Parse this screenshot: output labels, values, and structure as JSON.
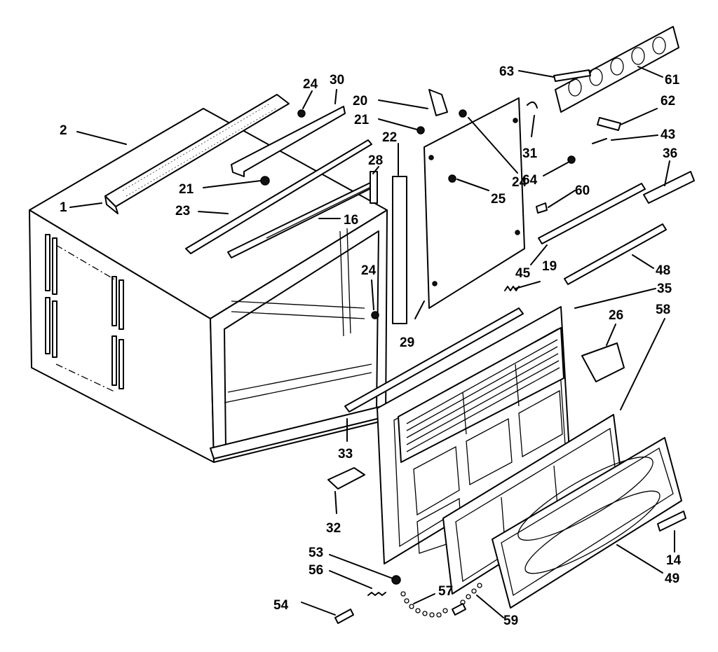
{
  "labels": [
    {
      "id": "l-2",
      "text": "2"
    },
    {
      "id": "l-1",
      "text": "1"
    },
    {
      "id": "l-24a",
      "text": "24"
    },
    {
      "id": "l-30",
      "text": "30"
    },
    {
      "id": "l-20",
      "text": "20"
    },
    {
      "id": "l-21a",
      "text": "21"
    },
    {
      "id": "l-22",
      "text": "22"
    },
    {
      "id": "l-28",
      "text": "28"
    },
    {
      "id": "l-21b",
      "text": "21"
    },
    {
      "id": "l-23",
      "text": "23"
    },
    {
      "id": "l-16",
      "text": "16"
    },
    {
      "id": "l-24b",
      "text": "24"
    },
    {
      "id": "l-31",
      "text": "31"
    },
    {
      "id": "l-24c",
      "text": "24"
    },
    {
      "id": "l-25",
      "text": "25"
    },
    {
      "id": "l-29",
      "text": "29"
    },
    {
      "id": "l-63",
      "text": "63"
    },
    {
      "id": "l-61",
      "text": "61"
    },
    {
      "id": "l-62",
      "text": "62"
    },
    {
      "id": "l-43",
      "text": "43"
    },
    {
      "id": "l-36",
      "text": "36"
    },
    {
      "id": "l-64",
      "text": "64"
    },
    {
      "id": "l-60",
      "text": "60"
    },
    {
      "id": "l-45",
      "text": "45"
    },
    {
      "id": "l-19",
      "text": "19"
    },
    {
      "id": "l-48",
      "text": "48"
    },
    {
      "id": "l-35",
      "text": "35"
    },
    {
      "id": "l-58",
      "text": "58"
    },
    {
      "id": "l-26",
      "text": "26"
    },
    {
      "id": "l-33",
      "text": "33"
    },
    {
      "id": "l-32",
      "text": "32"
    },
    {
      "id": "l-53",
      "text": "53"
    },
    {
      "id": "l-56",
      "text": "56"
    },
    {
      "id": "l-57",
      "text": "57"
    },
    {
      "id": "l-54",
      "text": "54"
    },
    {
      "id": "l-59",
      "text": "59"
    },
    {
      "id": "l-14",
      "text": "14"
    },
    {
      "id": "l-49",
      "text": "49"
    }
  ]
}
